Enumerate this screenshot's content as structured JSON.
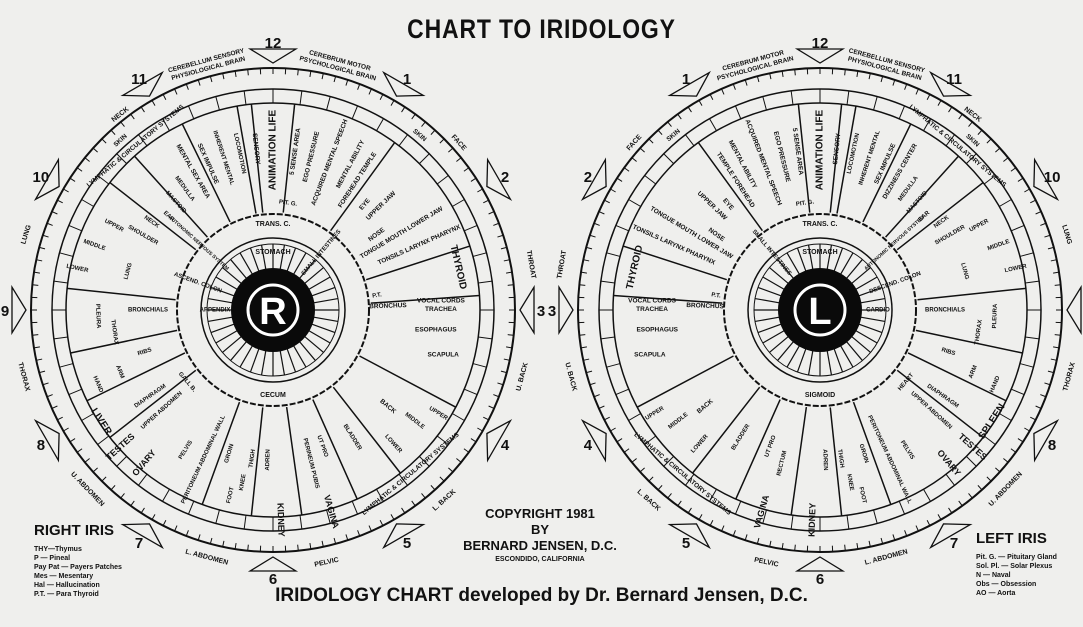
{
  "title": "CHART TO IRIDOLOGY",
  "subtitle": "IRIDOLOGY CHART developed by Dr. Bernard Jensen, D.C.",
  "copyright": {
    "line1": "COPYRIGHT 1981",
    "line2": "BY",
    "line3": "BERNARD JENSEN, D.C.",
    "city": "ESCONDIDO, CALIFORNIA"
  },
  "right_legend": {
    "title": "RIGHT IRIS",
    "items": [
      "THY—Thymus",
      "P — Pineal",
      "Pay Pat — Payers Patches",
      "Mes — Mesentary",
      "Hal — Hallucination",
      "P.T. — Para Thyroid"
    ]
  },
  "left_legend": {
    "title": "LEFT IRIS",
    "items": [
      "Pit. G. — Pituitary Gland",
      "Sol. Pl. — Solar Plexus",
      "N — Naval",
      "Obs — Obsession",
      "AO — Aorta"
    ]
  },
  "right_iris": {
    "pupil_letter": "R",
    "clock": [
      "12",
      "1",
      "2",
      "3",
      "4",
      "5",
      "6",
      "7",
      "8",
      "9",
      "10",
      "11"
    ],
    "outer_labels": [
      "CEREBRUM MOTOR PSYCHOLOGICAL BRAIN",
      "CEREBELLUM SENSORY PHYSIOLOGICAL BRAIN",
      "FACE",
      "THROAT",
      "U. BACK",
      "L. BACK",
      "PELVIC",
      "L. ABDOMEN",
      "U. ABDOMEN",
      "THORAX",
      "LUNG",
      "NECK"
    ],
    "organs": [
      "ANIMATION LIFE",
      "SENSORY",
      "5 SENSE AREA",
      "EGO PRESSURE",
      "ACQUIRED MENTAL SPEECH",
      "MENTAL ABILITY",
      "FOREHEAD TEMPLE",
      "EYE",
      "UPPER JAW",
      "NOSE",
      "TONGUE MOUTH LOWER JAW",
      "TONSILS LARYNX PHARYNX",
      "THYROID",
      "P.T.",
      "BRONCHUS",
      "VOCAL CORDS TRACHEA",
      "ESOPHAGUS",
      "SCAPULA",
      "BACK",
      "UPPER",
      "MIDDLE",
      "LOWER",
      "VAGINA",
      "UT PRO",
      "PERINEUM PUBIS",
      "BLADDER",
      "KIDNEY",
      "ADREN",
      "THIGH",
      "KNEE",
      "FOOT",
      "GROIN",
      "PERITONEUM ABDOMINAL WALL",
      "PELVIS",
      "OVARY",
      "TESTES",
      "UPPER ABDOMEN",
      "DIAPHRAGM",
      "LIVER",
      "GALL B.",
      "HAND",
      "ARM",
      "RIBS",
      "THORAX",
      "PLEURA",
      "BRONCHIALS",
      "LOWER",
      "MIDDLE",
      "UPPER",
      "LUNG",
      "SHOULDER",
      "NECK",
      "EAR",
      "MASTOID",
      "MEDULLA",
      "MENTAL SEX AREA",
      "SEX IMPULSE",
      "INHERENT MENTAL",
      "LOCOMOTION",
      "PIT. G.",
      "SKIN",
      "LYMPHATIC & CIRCULATORY SYSTEMS",
      "SKIN",
      "LYMPHATIC & CIRCULATORY SYSTEMS"
    ],
    "inner": [
      "TRANS. C.",
      "STOMACH",
      "SMALL INTESTINES",
      "CECUM",
      "ASCEND. COLON",
      "AUTONOMIC NERVOUS SYSTEM",
      "APPENDIX"
    ]
  },
  "left_iris": {
    "pupil_letter": "L",
    "clock": [
      "12",
      "1",
      "2",
      "3",
      "4",
      "5",
      "6",
      "7",
      "8",
      "9",
      "10",
      "11"
    ],
    "outer_labels": [
      "CEREBRUM MOTOR PSYCHOLOGICAL BRAIN",
      "CEREBELLUM SENSORY PHYSIOLOGICAL BRAIN",
      "FACE",
      "THROAT",
      "U. BACK",
      "L. BACK",
      "PELVIC",
      "L. ABDOMEN",
      "U. ABDOMEN",
      "THORAX",
      "LUNG",
      "NECK"
    ],
    "organs": [
      "ANIMATION LIFE",
      "SENSORY",
      "5 SENSE AREA",
      "EGO PRESSURE",
      "ACQUIRED MENTAL SPEECH",
      "MENTAL ABILITY",
      "TEMPLE FOREHEAD",
      "EYE",
      "UPPER JAW",
      "NOSE",
      "TONGUE MOUTH LOWER JAW",
      "TONSILS LARYNX PHARYNX",
      "THYROID",
      "P.T.",
      "BRONCHUS",
      "VOCAL CORDS TRACHEA",
      "ESOPHAGUS",
      "SCAPULA",
      "BACK",
      "UPPER",
      "MIDDLE",
      "LOWER",
      "VAGINA",
      "UT PRO",
      "RECTUM",
      "BLADDER",
      "KIDNEY",
      "ADREN",
      "THIGH",
      "KNEE",
      "FOOT",
      "GROIN",
      "PERITONEUM ABDOMINAL WALL",
      "PELVIS",
      "OVARY",
      "TESTES",
      "UPPER ABDOMEN",
      "DIAPHRAGM",
      "SPLEEN",
      "HEART",
      "HAND",
      "ARM",
      "RIBS",
      "THORAX",
      "PLEURA",
      "BRONCHIALS",
      "LOWER",
      "MIDDLE",
      "UPPER",
      "LUNG",
      "SHOULDER",
      "NECK",
      "EAR",
      "MASTOID",
      "MEDULLA",
      "DIZZINESS CENTER",
      "SEX IMPULSE",
      "INHERENT MENTAL",
      "LOCOMOTION",
      "PIT. G.",
      "SKIN",
      "LYMPHATIC & CIRCULATORY SYSTEMS",
      "SKIN",
      "LYMPHATIC & CIRCULATORY SYSTEMS"
    ],
    "inner": [
      "TRANS. C.",
      "STOMACH",
      "SMALL INTESTINES",
      "SIGMOID",
      "DESCEND. COLON",
      "AUTONOMIC NERVOUS SYSTEM",
      "CARDIO"
    ]
  }
}
